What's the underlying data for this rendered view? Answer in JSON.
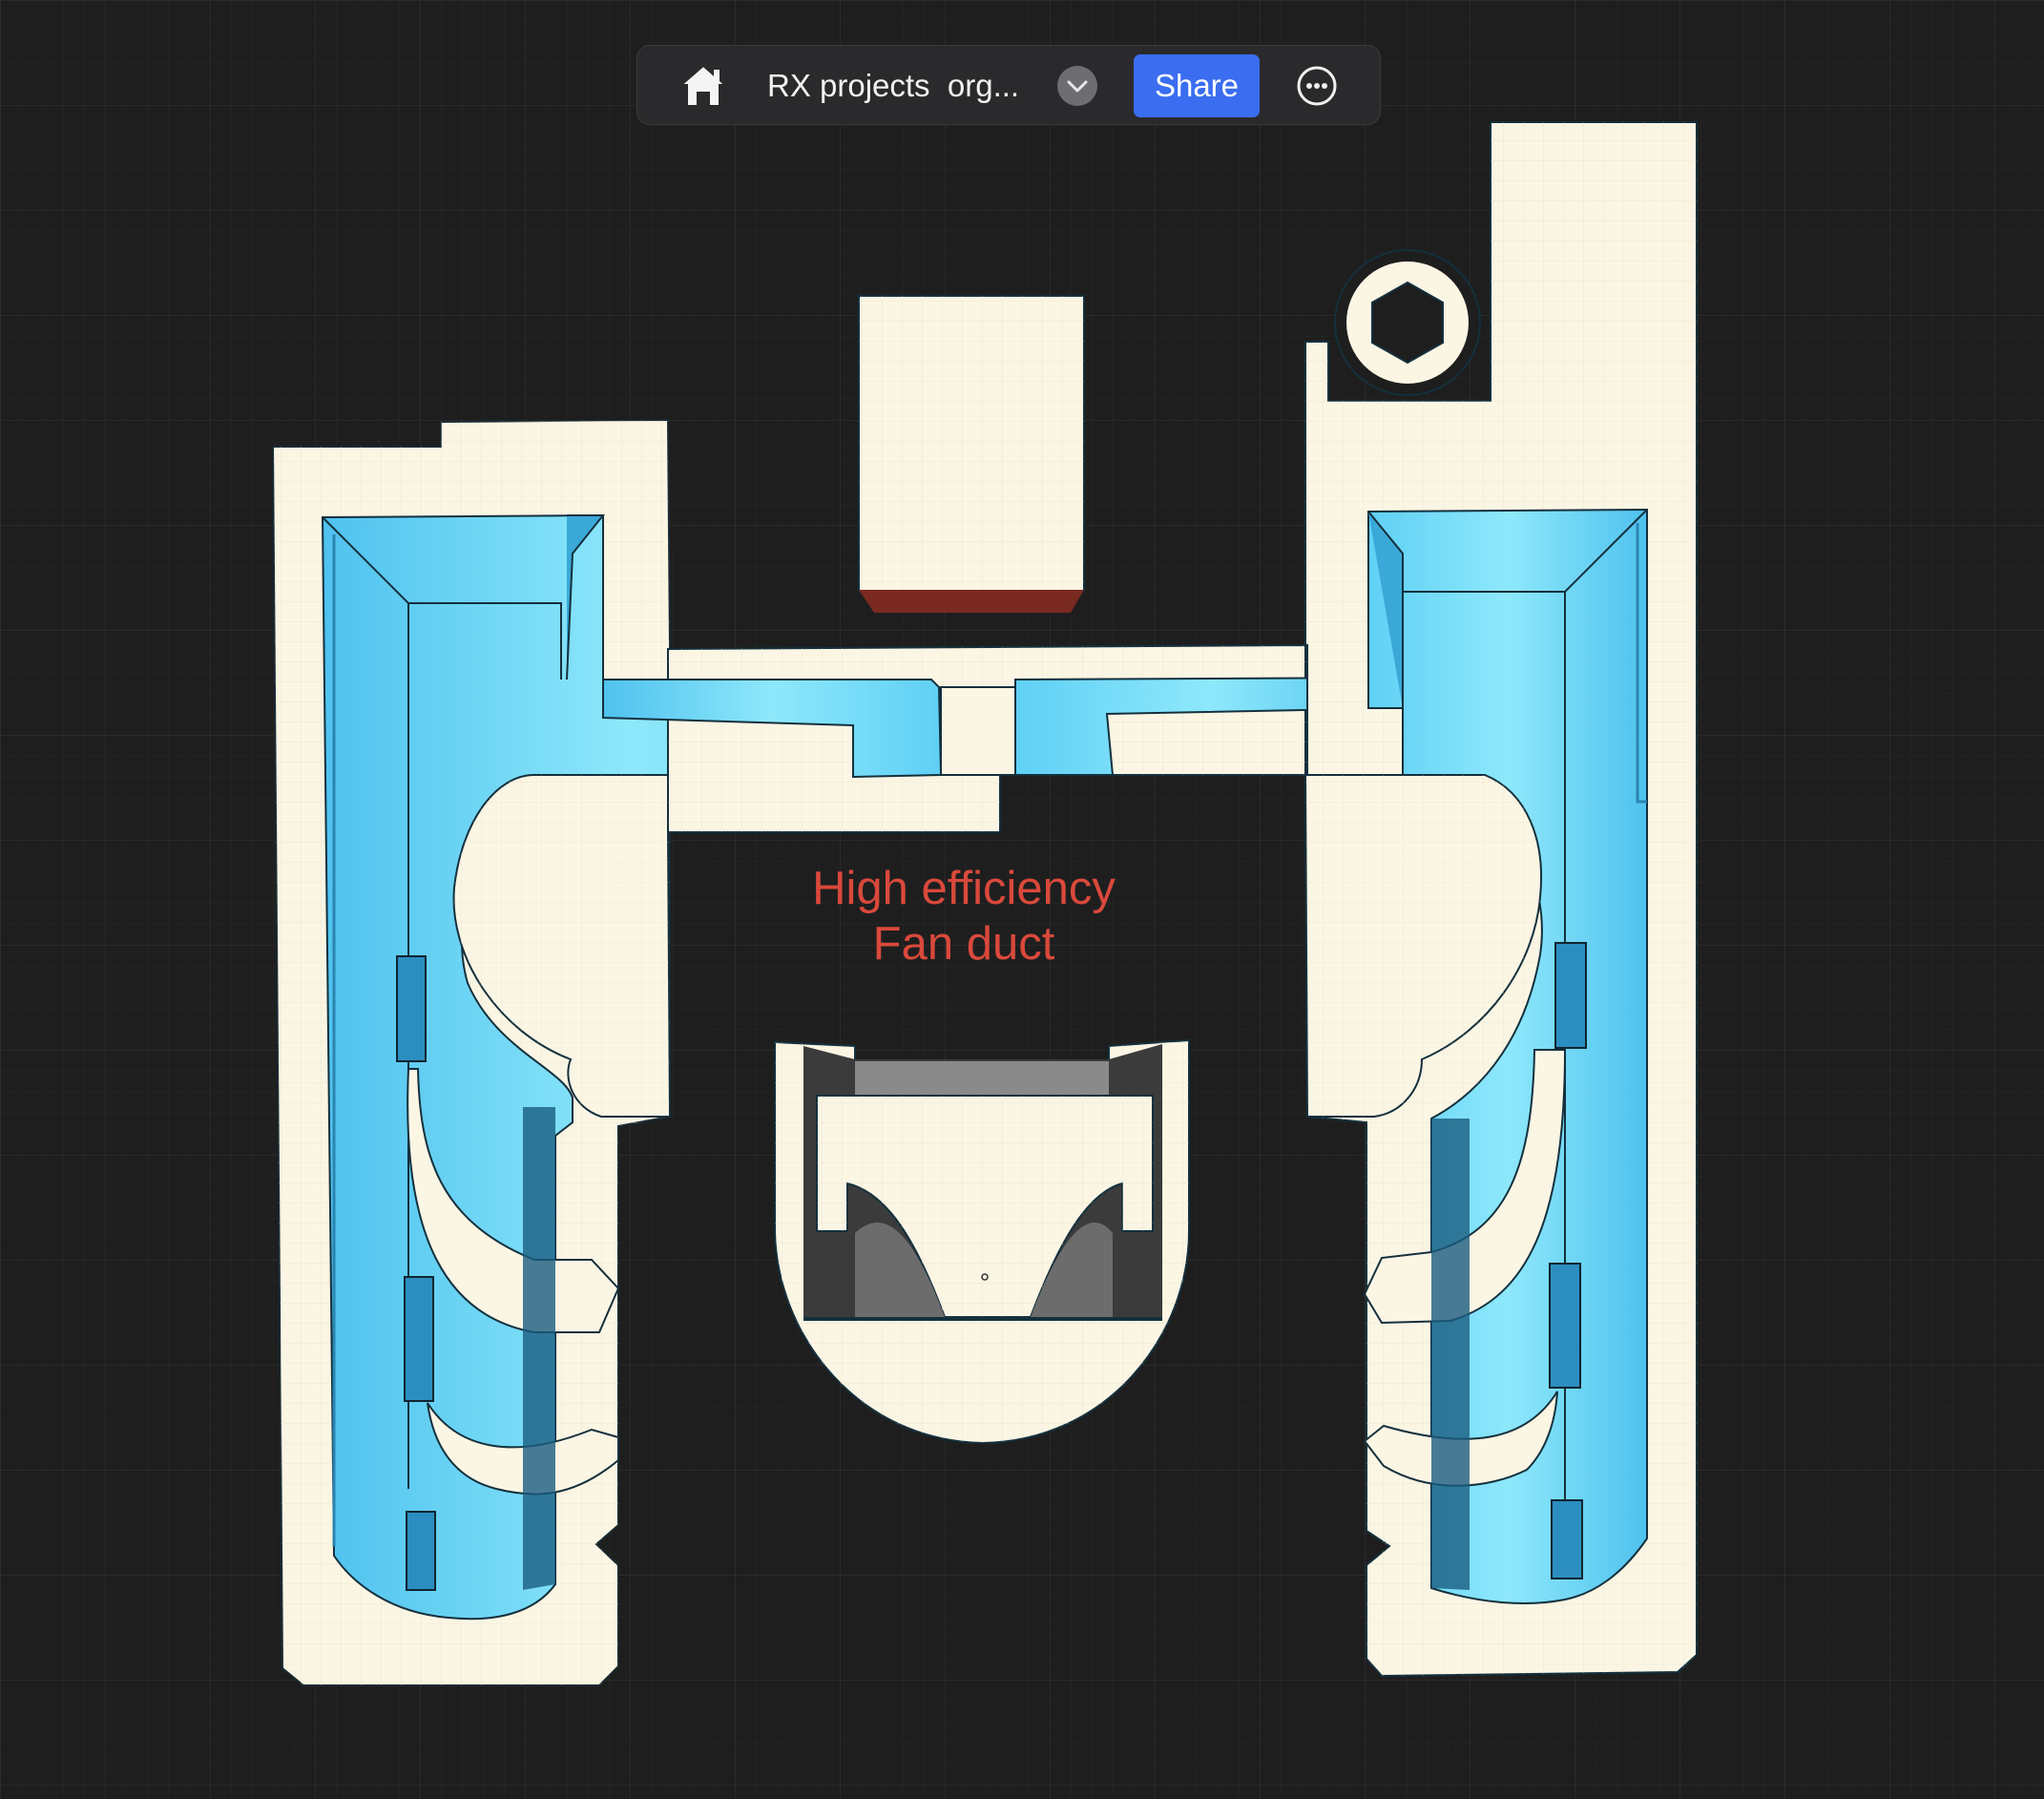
{
  "toolbar": {
    "home_icon": "home-icon",
    "title": "RX projects  org...",
    "dropdown_icon": "chevron-down-icon",
    "share_label": "Share",
    "more_icon": "more-options-icon",
    "share_color": "#3a6df0"
  },
  "canvas": {
    "annotation_line1": "High efficiency",
    "annotation_line2": "Fan duct",
    "annotation_color": "#d9493b",
    "part_color": "#fbf5e4",
    "channel_color": "#7fe2fb"
  }
}
